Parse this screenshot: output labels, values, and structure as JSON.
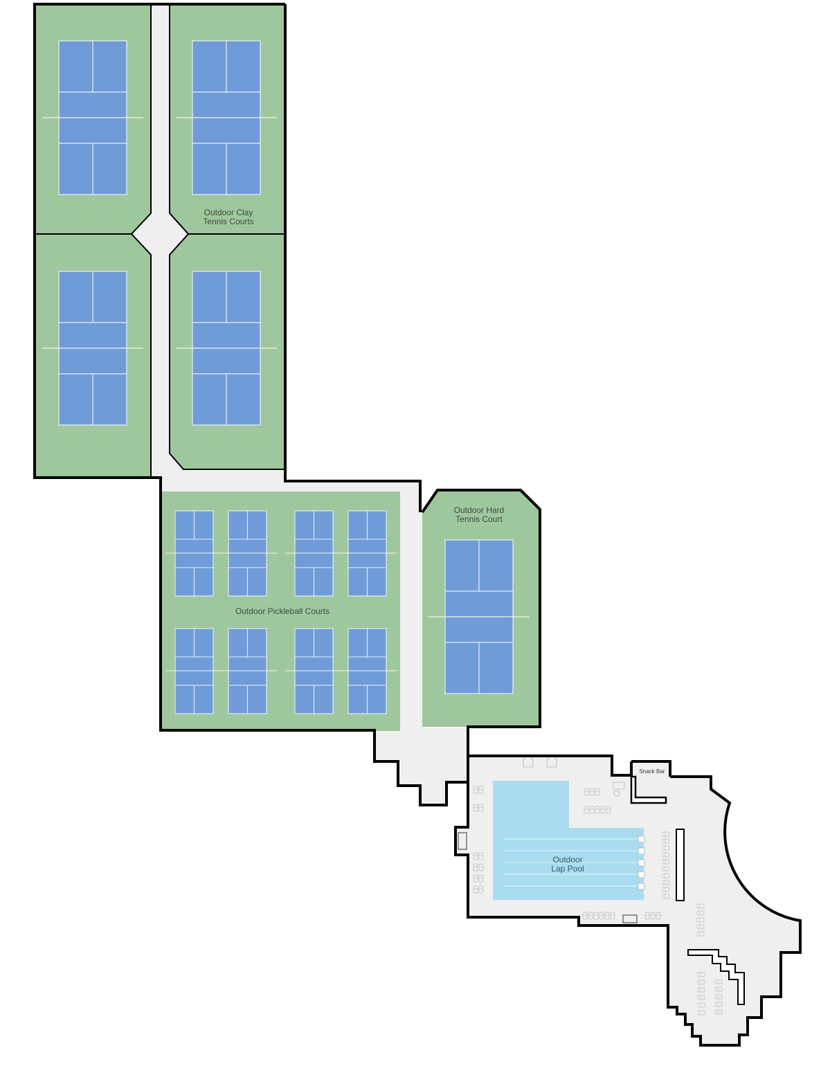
{
  "map": {
    "colors": {
      "grass": "#9ec79d",
      "court": "#6f9bd8",
      "court_line": "#e8f0f6",
      "walkway": "#efefef",
      "outline": "#000000",
      "pool": "#a9dcef",
      "background": "#ffffff"
    },
    "areas": [
      {
        "id": "clay",
        "label_line1": "Outdoor Clay",
        "label_line2": "Tennis Courts",
        "court_count": 4
      },
      {
        "id": "pickleball",
        "label": "Outdoor Pickleball Courts",
        "court_count": 8
      },
      {
        "id": "hard",
        "label_line1": "Outdoor Hard",
        "label_line2": "Tennis Court",
        "court_count": 1
      },
      {
        "id": "pool",
        "label_line1": "Outdoor",
        "label_line2": "Lap Pool",
        "lane_count": 5
      },
      {
        "id": "snack",
        "label": "Snack Bar"
      }
    ]
  }
}
